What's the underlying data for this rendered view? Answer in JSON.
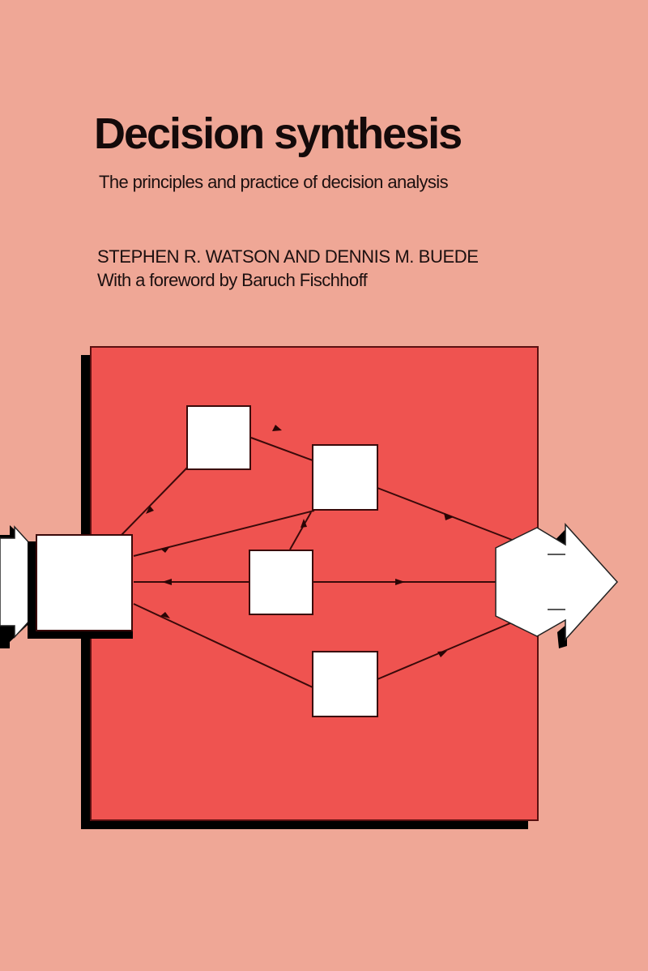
{
  "cover": {
    "title": "Decision synthesis",
    "subtitle": "The principles and practice of decision analysis",
    "authors": "STEPHEN R. WATSON AND DENNIS M. BUEDE",
    "foreword": "With a foreword by Baruch Fischhoff"
  },
  "colors": {
    "background": "#efa796",
    "panel": "#ef5350",
    "shadow": "#000000",
    "node_fill": "#ffffff",
    "line": "#3a0a0a"
  },
  "diagram": {
    "nodes": [
      {
        "id": "input",
        "shape": "square"
      },
      {
        "id": "top-left",
        "shape": "square"
      },
      {
        "id": "top-right",
        "shape": "square"
      },
      {
        "id": "center",
        "shape": "square"
      },
      {
        "id": "bottom",
        "shape": "square"
      },
      {
        "id": "output",
        "shape": "hexagon-arrow"
      }
    ]
  }
}
